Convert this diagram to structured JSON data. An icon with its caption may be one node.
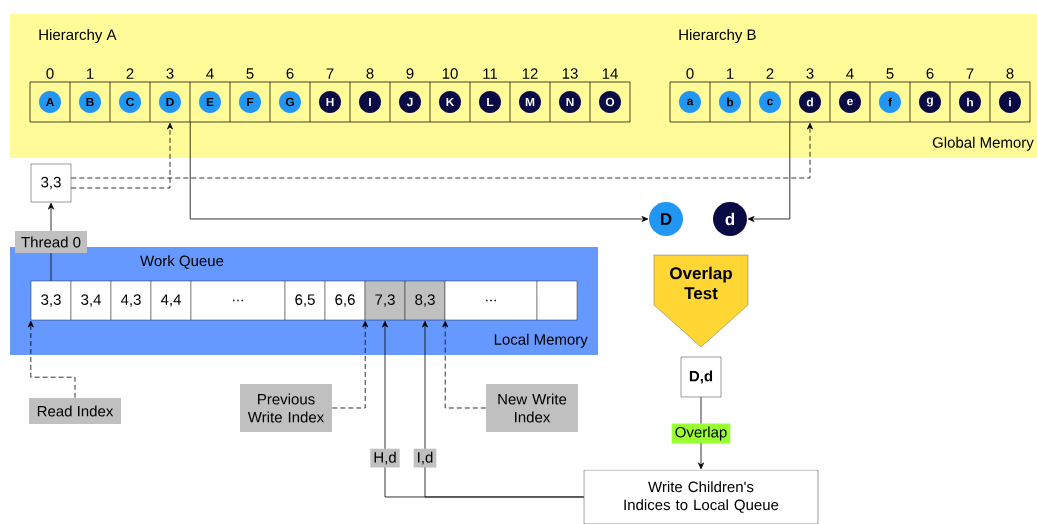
{
  "diagram": {
    "nodes": [
      {
        "text": [
          "Global Memory"
        ]
      },
      {
        "text": [
          "Hierarchy A"
        ],
        "in": 0
      },
      {
        "text": [
          "A"
        ],
        "beside": [
          "0"
        ],
        "in": 1
      },
      {
        "text": [
          "B"
        ],
        "beside": [
          "1"
        ],
        "in": 1
      },
      {
        "text": [
          "C"
        ],
        "beside": [
          "2"
        ],
        "in": 1
      },
      {
        "text": [
          "D"
        ],
        "beside": [
          "3"
        ],
        "in": 1
      },
      {
        "text": [
          "E"
        ],
        "beside": [
          "4"
        ],
        "in": 1
      },
      {
        "text": [
          "F"
        ],
        "beside": [
          "5"
        ],
        "in": 1
      },
      {
        "text": [
          "G"
        ],
        "beside": [
          "6"
        ],
        "in": 1
      },
      {
        "text": [
          "H"
        ],
        "beside": [
          "7"
        ],
        "in": 1
      },
      {
        "text": [
          "I"
        ],
        "beside": [
          "8"
        ],
        "in": 1
      },
      {
        "text": [
          "J"
        ],
        "beside": [
          "9"
        ],
        "in": 1
      },
      {
        "text": [
          "K"
        ],
        "beside": [
          "10"
        ],
        "in": 1
      },
      {
        "text": [
          "L"
        ],
        "beside": [
          "11"
        ],
        "in": 1
      },
      {
        "text": [
          "M"
        ],
        "beside": [
          "12"
        ],
        "in": 1
      },
      {
        "text": [
          "N"
        ],
        "beside": [
          "13"
        ],
        "in": 1
      },
      {
        "text": [
          "O"
        ],
        "beside": [
          "14"
        ],
        "in": 1
      },
      {
        "text": [
          "Hierarchy B"
        ],
        "in": 0
      },
      {
        "text": [
          "a"
        ],
        "beside": [
          "0"
        ],
        "in": 17
      },
      {
        "text": [
          "b"
        ],
        "beside": [
          "1"
        ],
        "in": 17
      },
      {
        "text": [
          "c"
        ],
        "beside": [
          "2"
        ],
        "in": 17
      },
      {
        "text": [
          "d"
        ],
        "beside": [
          "3"
        ],
        "in": 17
      },
      {
        "text": [
          "e"
        ],
        "beside": [
          "4"
        ],
        "in": 17
      },
      {
        "text": [
          "f"
        ],
        "beside": [
          "5"
        ],
        "in": 17
      },
      {
        "text": [
          "g"
        ],
        "beside": [
          "6"
        ],
        "in": 17
      },
      {
        "text": [
          "h"
        ],
        "beside": [
          "7"
        ],
        "in": 17
      },
      {
        "text": [
          "i"
        ],
        "beside": [
          "8"
        ],
        "in": 17
      },
      {
        "text": [
          "3,3"
        ]
      },
      {
        "text": [
          "Thread 0"
        ]
      },
      {
        "text": [
          "Work Queue",
          "Local Memory"
        ]
      },
      {
        "text": [
          "3,3"
        ],
        "in": 29
      },
      {
        "text": [
          "3,4"
        ],
        "in": 29
      },
      {
        "text": [
          "4,3"
        ],
        "in": 29
      },
      {
        "text": [
          "4,4"
        ],
        "in": 29
      },
      {
        "text": [
          "..."
        ],
        "in": 29
      },
      {
        "text": [
          "6,5"
        ],
        "in": 29
      },
      {
        "text": [
          "6,6"
        ],
        "in": 29
      },
      {
        "text": [
          "7,3"
        ],
        "in": 29
      },
      {
        "text": [
          "8,3"
        ],
        "in": 29
      },
      {
        "text": [
          "..."
        ],
        "in": 29
      },
      {
        "text": [],
        "shape": "box",
        "in": 29
      },
      {
        "text": [
          "D"
        ]
      },
      {
        "text": [
          "d"
        ]
      },
      {
        "text": [
          "Overlap Test"
        ]
      },
      {
        "text": [
          "D,d"
        ]
      },
      {
        "text": [
          "Write Children's Indices to Local Queue"
        ]
      },
      {
        "text": [
          "Read Index"
        ]
      },
      {
        "text": [
          "Previous Write Index"
        ]
      },
      {
        "text": [
          "New Write Index"
        ]
      }
    ],
    "edges": [
      {
        "from": 28,
        "to": 27,
        "arrow": "to"
      },
      {
        "from": 28,
        "to": 30,
        "arrow": "none"
      },
      {
        "from": 27,
        "to": 5,
        "arrow": "to",
        "style": "dashed"
      },
      {
        "from": 27,
        "to": 21,
        "arrow": "to",
        "style": "dashed"
      },
      {
        "from": 5,
        "to": 41,
        "arrow": "to"
      },
      {
        "from": 21,
        "to": 42,
        "arrow": "to"
      },
      {
        "from": 46,
        "to": 30,
        "arrow": "to",
        "style": "dashed"
      },
      {
        "from": 47,
        "to": 36,
        "arrow": "to",
        "style": "dashed"
      },
      {
        "from": 48,
        "to": 38,
        "arrow": "to",
        "style": "dashed"
      },
      {
        "from": 45,
        "to": 37,
        "arrow": "to",
        "label": "H,d"
      },
      {
        "from": 45,
        "to": 38,
        "arrow": "to",
        "label": "I,d"
      },
      {
        "from": 44,
        "to": 45,
        "arrow": "to",
        "label": "Overlap"
      }
    ]
  }
}
